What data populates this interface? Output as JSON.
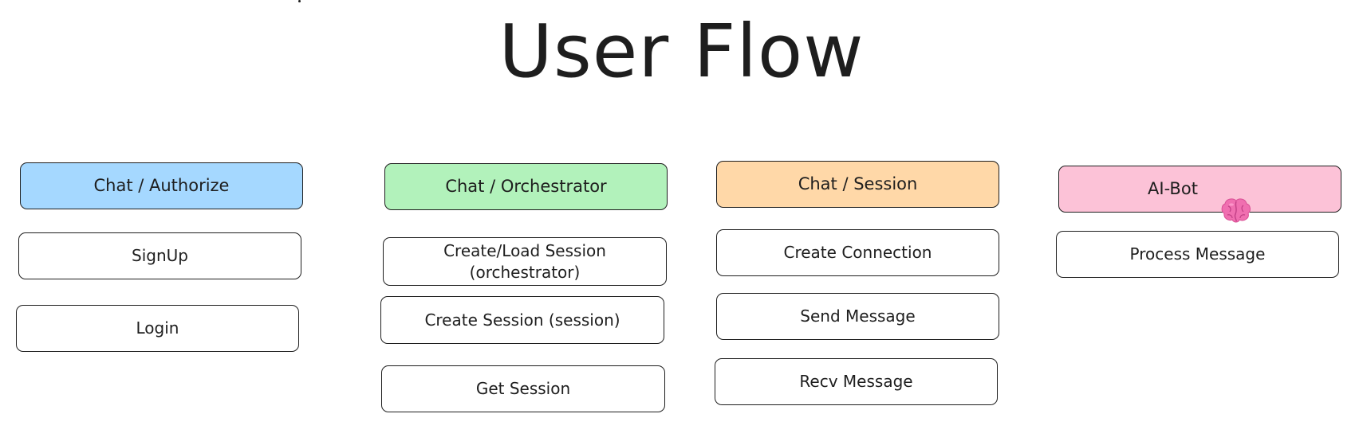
{
  "title": "User Flow",
  "colors": {
    "authorize": "#a5d8ff",
    "orchestrator": "#b2f2bb",
    "session": "#ffd8a8",
    "ai_bot": "#fcc2d7",
    "stroke": "#1e1e1e"
  },
  "columns": [
    {
      "header": "Chat / Authorize",
      "items": [
        "SignUp",
        "Login"
      ]
    },
    {
      "header": "Chat / Orchestrator",
      "items": [
        "Create/Load Session\n(orchestrator)",
        "Create Session (session)",
        "Get Session"
      ]
    },
    {
      "header": "Chat / Session",
      "items": [
        "Create Connection",
        "Send Message",
        "Recv Message"
      ]
    },
    {
      "header": "AI-Bot",
      "header_icon": "brain-icon",
      "items": [
        "Process Message"
      ]
    }
  ]
}
